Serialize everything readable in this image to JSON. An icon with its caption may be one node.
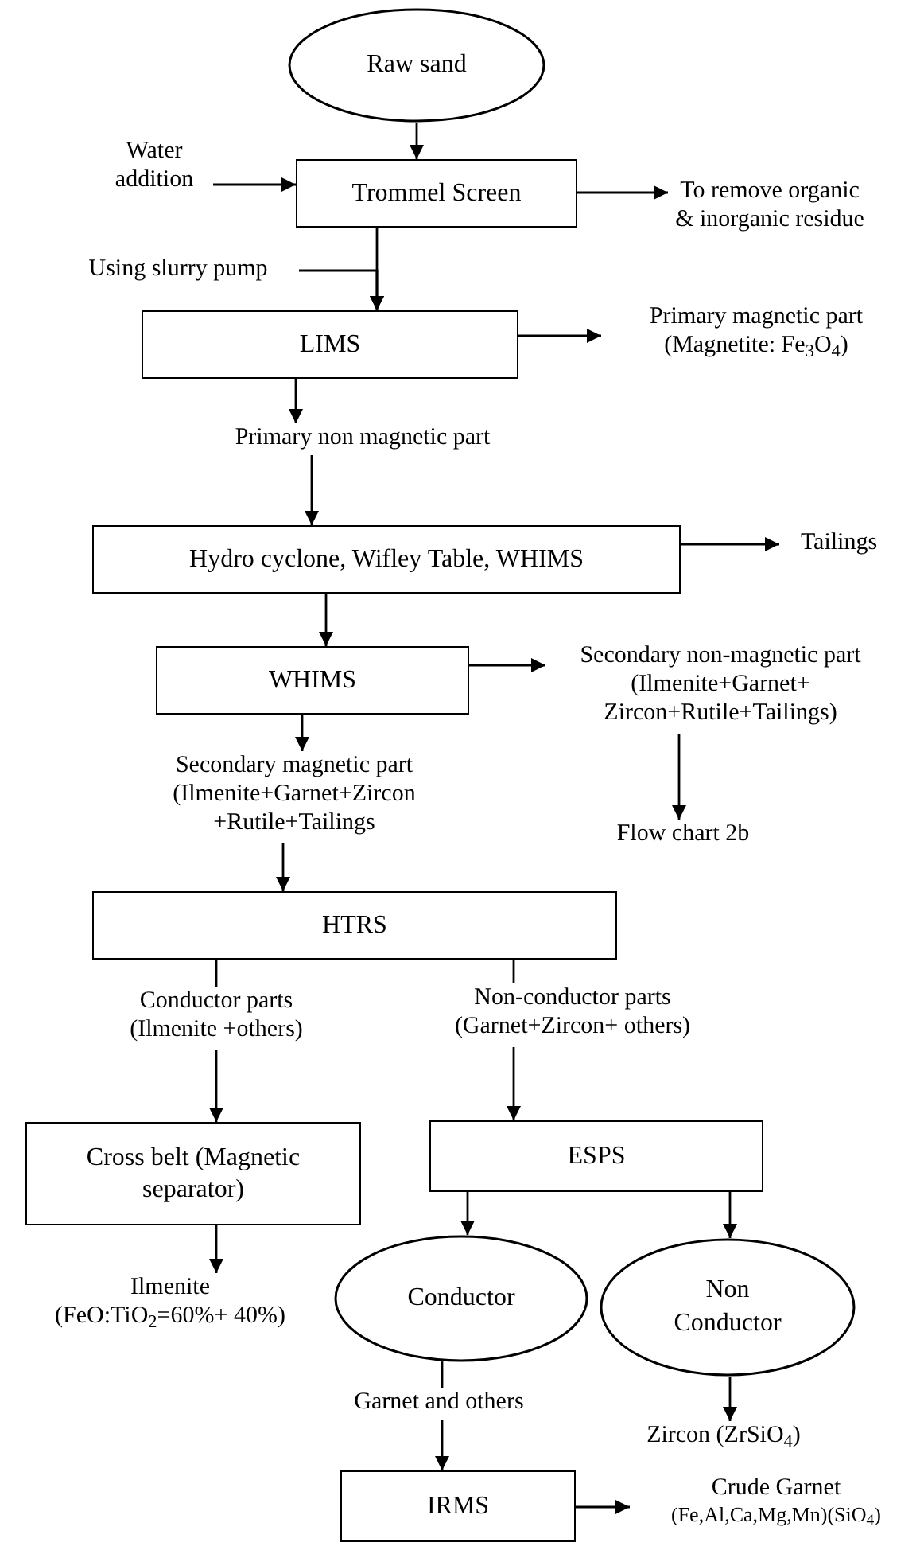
{
  "diagram": {
    "nodes": [
      {
        "text": [
          "Raw sand"
        ]
      },
      {
        "text": [
          "Water addition"
        ]
      },
      {
        "text": [
          "Trommel Screen"
        ]
      },
      {
        "text": [
          "To remove organic & inorganic residue"
        ]
      },
      {
        "text": [
          "Using slurry pump"
        ]
      },
      {
        "text": [
          "LIMS"
        ]
      },
      {
        "text": [
          "Primary magnetic part (Magnetite: Fe$_{3}$O$_{4}$)"
        ]
      },
      {
        "text": [
          "Primary non magnetic part"
        ]
      },
      {
        "text": [
          "Hydro cyclone, Wifley Table, WHIMS"
        ]
      },
      {
        "text": [
          "Tailings"
        ]
      },
      {
        "text": [
          "WHIMS"
        ]
      },
      {
        "text": [
          "Secondary non-magnetic part (Ilmenite+Garnet+ Zircon+Rutile+Tailings)"
        ]
      },
      {
        "text": [
          "Secondary magnetic part (Ilmenite+Garnet+Zircon +Rutile+Tailings"
        ]
      },
      {
        "text": [
          "Flow chart 2b"
        ]
      },
      {
        "text": [
          "HTRS"
        ]
      },
      {
        "text": [
          "Conductor parts (Ilmenite +others)"
        ]
      },
      {
        "text": [
          "Non-conductor parts (Garnet+Zircon+ others)"
        ]
      },
      {
        "text": [
          "Cross belt (Magnetic separator)"
        ]
      },
      {
        "text": [
          "ESPS"
        ]
      },
      {
        "text": [
          "Ilmenite (FeO:TiO$_{2}$=60%+ 40%)"
        ]
      },
      {
        "text": [
          "Conductor"
        ]
      },
      {
        "text": [
          "Non Conductor"
        ]
      },
      {
        "text": [
          "Garnet and others"
        ]
      },
      {
        "text": [
          "Zircon (ZrSiO$_{4}$)"
        ]
      },
      {
        "text": [
          "IRMS"
        ]
      },
      {
        "text": [
          "Crude Garnet",
          "(Fe,Al,Ca,Mg,Mn)(SiO$_{4}$)"
        ]
      }
    ],
    "edges": [
      {
        "from": 0,
        "to": 2,
        "arrow": "to"
      },
      {
        "from": 1,
        "to": 2,
        "arrow": "to"
      },
      {
        "from": 2,
        "to": 3,
        "arrow": "to"
      },
      {
        "from": 4,
        "to": 5,
        "arrow": "to"
      },
      {
        "from": 2,
        "to": 5,
        "arrow": "to"
      },
      {
        "from": 5,
        "to": 6,
        "arrow": "to"
      },
      {
        "from": 5,
        "to": 7,
        "arrow": "to"
      },
      {
        "from": 7,
        "to": 8,
        "arrow": "to"
      },
      {
        "from": 8,
        "to": 9,
        "arrow": "to"
      },
      {
        "from": 8,
        "to": 10,
        "arrow": "to"
      },
      {
        "from": 10,
        "to": 11,
        "arrow": "to"
      },
      {
        "from": 10,
        "to": 12,
        "arrow": "to"
      },
      {
        "from": 11,
        "to": 13,
        "arrow": "to"
      },
      {
        "from": 12,
        "to": 14,
        "arrow": "to"
      },
      {
        "from": 14,
        "to": 15,
        "arrow": "none"
      },
      {
        "from": 14,
        "to": 16,
        "arrow": "none"
      },
      {
        "from": 15,
        "to": 17,
        "arrow": "to"
      },
      {
        "from": 16,
        "to": 18,
        "arrow": "to"
      },
      {
        "from": 17,
        "to": 19,
        "arrow": "to"
      },
      {
        "from": 18,
        "to": 20,
        "arrow": "to"
      },
      {
        "from": 18,
        "to": 21,
        "arrow": "to"
      },
      {
        "from": 20,
        "to": 22,
        "arrow": "none"
      },
      {
        "from": 22,
        "to": 24,
        "arrow": "to"
      },
      {
        "from": 21,
        "to": 23,
        "arrow": "to"
      },
      {
        "from": 24,
        "to": 25,
        "arrow": "to"
      }
    ]
  }
}
